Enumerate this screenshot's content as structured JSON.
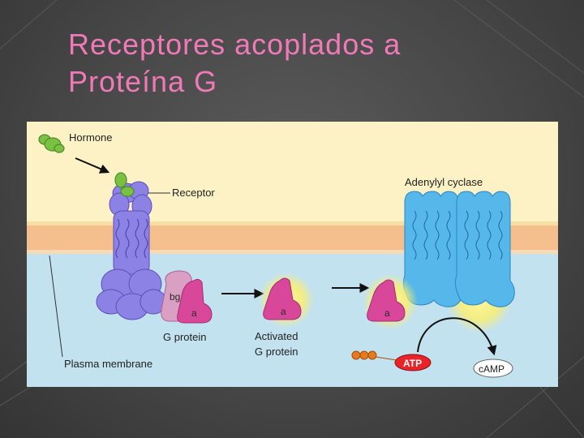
{
  "slide": {
    "title_line1": "Receptores acoplados a",
    "title_line2": "Proteína G"
  },
  "diagram": {
    "labels": {
      "hormone": "Hormone",
      "receptor": "Receptor",
      "adenylyl_cyclase": "Adenylyl cyclase",
      "g_protein": "G protein",
      "activated_line1": "Activated",
      "activated_line2": "G protein",
      "plasma_membrane": "Plasma membrane",
      "atp": "ATP",
      "camp": "cAMP"
    },
    "subunits": {
      "bg": "bg",
      "a1": "a",
      "a2": "a",
      "a3": "a"
    }
  }
}
